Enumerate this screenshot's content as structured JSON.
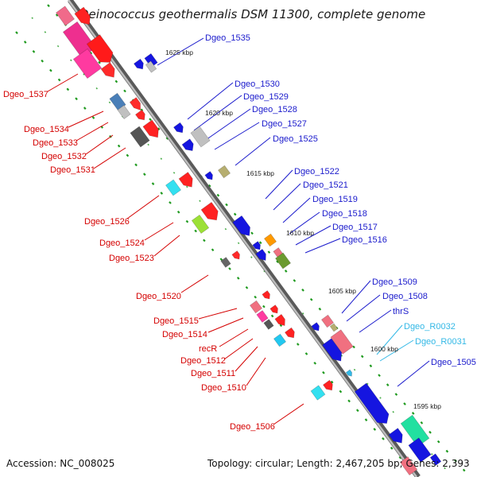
{
  "title": "Deinococcus geothermalis DSM 11300, complete genome",
  "footer": {
    "accession": "Accession: NC_008025",
    "topology": "Topology: circular; Length: 2,467,205 bp; Genes: 2,393"
  },
  "colors": {
    "backbone": "#8c8c8c",
    "left_label": "#d40000",
    "right_label": "#1a1acc",
    "rna_label": "#33b8e6",
    "tick": "#1f9a1f"
  },
  "kbp_marks": [
    "1625 kbp",
    "1620 kbp",
    "1615 kbp",
    "1610 kbp",
    "1605 kbp",
    "1600 kbp",
    "1595 kbp"
  ],
  "left_labels": [
    "Dgeo_1537",
    "Dgeo_1534",
    "Dgeo_1533",
    "Dgeo_1532",
    "Dgeo_1531",
    "Dgeo_1526",
    "Dgeo_1524",
    "Dgeo_1523",
    "Dgeo_1520",
    "Dgeo_1515",
    "Dgeo_1514",
    "recR",
    "Dgeo_1512",
    "Dgeo_1511",
    "Dgeo_1510",
    "Dgeo_1506"
  ],
  "right_labels": [
    "Dgeo_1535",
    "Dgeo_1530",
    "Dgeo_1529",
    "Dgeo_1528",
    "Dgeo_1527",
    "Dgeo_1525",
    "Dgeo_1522",
    "Dgeo_1521",
    "Dgeo_1519",
    "Dgeo_1518",
    "Dgeo_1517",
    "Dgeo_1516",
    "Dgeo_1509",
    "Dgeo_1508",
    "thrS",
    "Dgeo_R0032",
    "Dgeo_R0031",
    "Dgeo_1505"
  ]
}
